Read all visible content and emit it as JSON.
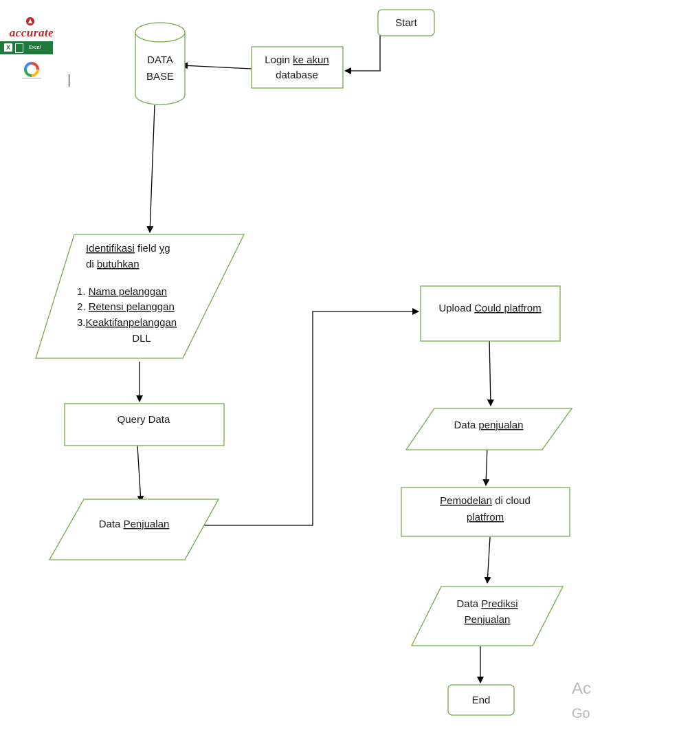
{
  "logos": {
    "accurate": "accurate",
    "excel": "Excel"
  },
  "watermark": {
    "line1": "Ac",
    "line2": "Go"
  },
  "nodes": {
    "start": {
      "text": "Start"
    },
    "login": {
      "line1a": "Login ",
      "line1b": "ke akun",
      "line2": "database"
    },
    "database": {
      "line1": "DATA",
      "line2": "BASE"
    },
    "identify": {
      "line1a": "Identifikasi",
      "line1b": " field ",
      "line1c": "yg",
      "line2a": "di ",
      "line2b": "butuhkan",
      "item1a": "1.  ",
      "item1b": "Nama pelanggan",
      "item2a": "2.  ",
      "item2b": "Retensi pelanggan",
      "item3a": "3.",
      "item3b": "Keaktifanpelanggan",
      "item4": "DLL"
    },
    "query": {
      "text": "Query Data"
    },
    "sales_left": {
      "text_a": "Data ",
      "text_b": "Penjualan"
    },
    "upload": {
      "text_a": "Upload ",
      "text_b": "Could platfrom"
    },
    "sales_right": {
      "text_a": "Data ",
      "text_b": "penjualan"
    },
    "modeling": {
      "line1a": "Pemodelan",
      "line1b": " di cloud",
      "line2": "platfrom"
    },
    "prediction": {
      "line1a": "Data ",
      "line1b": "Prediksi",
      "line2": "Penjualan"
    },
    "end": {
      "text": "End"
    }
  },
  "colors": {
    "shape_stroke": "#70ad47",
    "arrow": "#000000",
    "spellcheck": "#e02020"
  }
}
